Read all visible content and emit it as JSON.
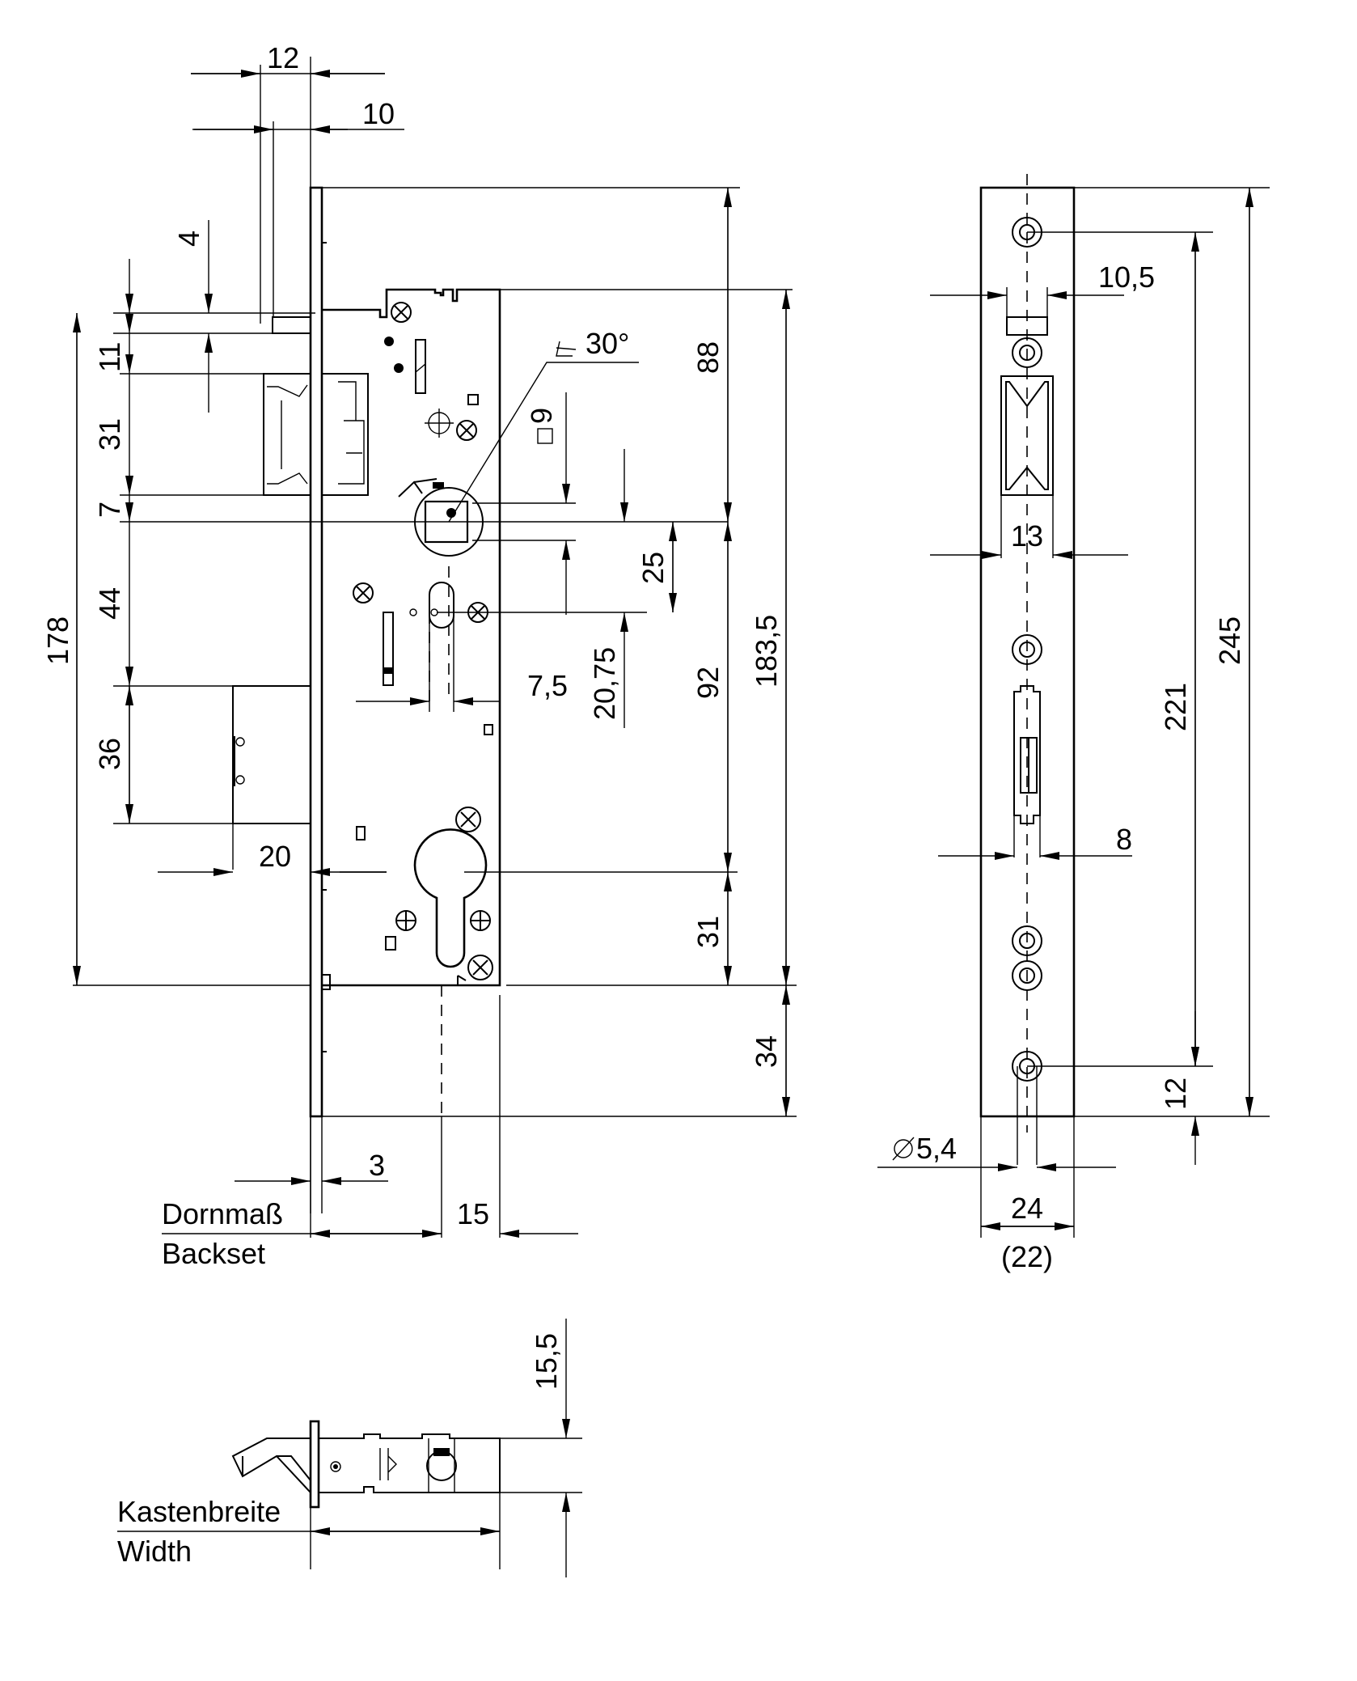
{
  "front_view": {
    "dims": {
      "d12": "12",
      "d10": "10",
      "d4": "4",
      "d11": "11",
      "d31_top": "31",
      "d7": "7",
      "d44": "44",
      "d178": "178",
      "d36": "36",
      "d20": "20",
      "d88": "88",
      "angle": "30°",
      "square": "9",
      "d25": "25",
      "d2075": "20,75",
      "d75": "7,5",
      "d92": "92",
      "d1835": "183,5",
      "d31_bottom": "31",
      "d34": "34",
      "d3": "3",
      "d15": "15"
    },
    "backset_de": "Dornmaß",
    "backset_en": "Backset"
  },
  "side_view": {
    "dims": {
      "d105": "10,5",
      "d13": "13",
      "d8": "8",
      "d221": "221",
      "d245": "245",
      "d12": "12",
      "dia": "5,4",
      "d24": "24",
      "d22": "(22)"
    }
  },
  "bottom_view": {
    "dims": {
      "d155": "15,5"
    },
    "width_de": "Kastenbreite",
    "width_en": "Width"
  }
}
